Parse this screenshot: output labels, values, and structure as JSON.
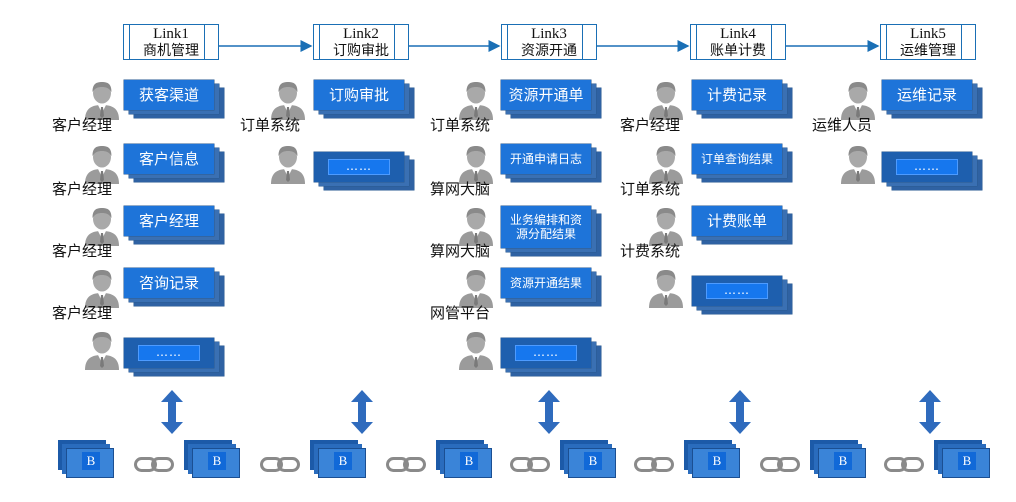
{
  "colors": {
    "accent": "#1e74d9",
    "stage_border": "#1a6fb5",
    "person": "#a0a0a0",
    "block": "#3a84d8"
  },
  "stages": [
    {
      "link": "Link1",
      "name": "商机管理"
    },
    {
      "link": "Link2",
      "name": "订购审批"
    },
    {
      "link": "Link3",
      "name": "资源开通"
    },
    {
      "link": "Link4",
      "name": "账单计费"
    },
    {
      "link": "Link5",
      "name": "运维管理"
    }
  ],
  "columns": [
    {
      "items": [
        {
          "role": "客户经理",
          "card": "获客渠道"
        },
        {
          "role": "客户经理",
          "card": "客户信息"
        },
        {
          "role": "客户经理",
          "card": "客户经理"
        },
        {
          "role": "客户经理",
          "card": "咨询记录"
        },
        {
          "role": "",
          "card": "……"
        }
      ]
    },
    {
      "items": [
        {
          "role": "订单系统",
          "card": "订购审批"
        },
        {
          "role": "",
          "card": "……"
        }
      ]
    },
    {
      "items": [
        {
          "role": "订单系统",
          "card": "资源开通单"
        },
        {
          "role": "算网大脑",
          "card": "开通申请日志"
        },
        {
          "role": "算网大脑",
          "card": "业务编排和资源分配结果"
        },
        {
          "role": "网管平台",
          "card": "资源开通结果"
        },
        {
          "role": "",
          "card": "……"
        }
      ]
    },
    {
      "items": [
        {
          "role": "客户经理",
          "card": "计费记录"
        },
        {
          "role": "订单系统",
          "card": "订单查询结果"
        },
        {
          "role": "计费系统",
          "card": "计费账单"
        },
        {
          "role": "",
          "card": "……"
        }
      ]
    },
    {
      "items": [
        {
          "role": "运维人员",
          "card": "运维记录"
        },
        {
          "role": "",
          "card": "……"
        }
      ]
    }
  ],
  "block_label": "B",
  "block_count": 8
}
